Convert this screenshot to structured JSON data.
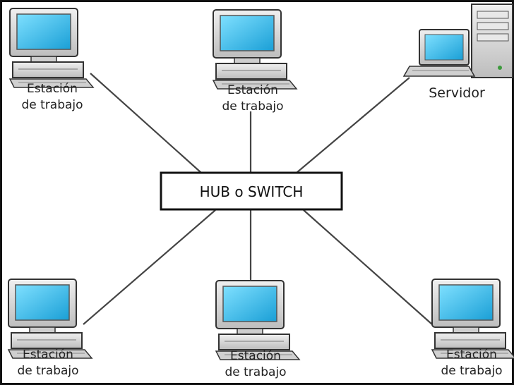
{
  "hub": {
    "label": "HUB o SWITCH"
  },
  "nodes": [
    {
      "id": "ws-top-left",
      "type": "workstation",
      "label_line1": "Estación",
      "label_line2": "de trabajo"
    },
    {
      "id": "ws-top-center",
      "type": "workstation",
      "label_line1": "Estación",
      "label_line2": "de trabajo"
    },
    {
      "id": "server",
      "type": "server",
      "label_line1": "Servidor",
      "label_line2": ""
    },
    {
      "id": "ws-bottom-left",
      "type": "workstation",
      "label_line1": "Estación",
      "label_line2": "de trabajo"
    },
    {
      "id": "ws-bottom-center",
      "type": "workstation",
      "label_line1": "Estación",
      "label_line2": "de trabajo"
    },
    {
      "id": "ws-bottom-right",
      "type": "workstation",
      "label_line1": "Estación",
      "label_line2": "de trabajo"
    }
  ],
  "colors": {
    "screen": "#2fb8e8",
    "monitor_body": "#d8d8d8",
    "outline": "#333333",
    "line": "#444444"
  }
}
